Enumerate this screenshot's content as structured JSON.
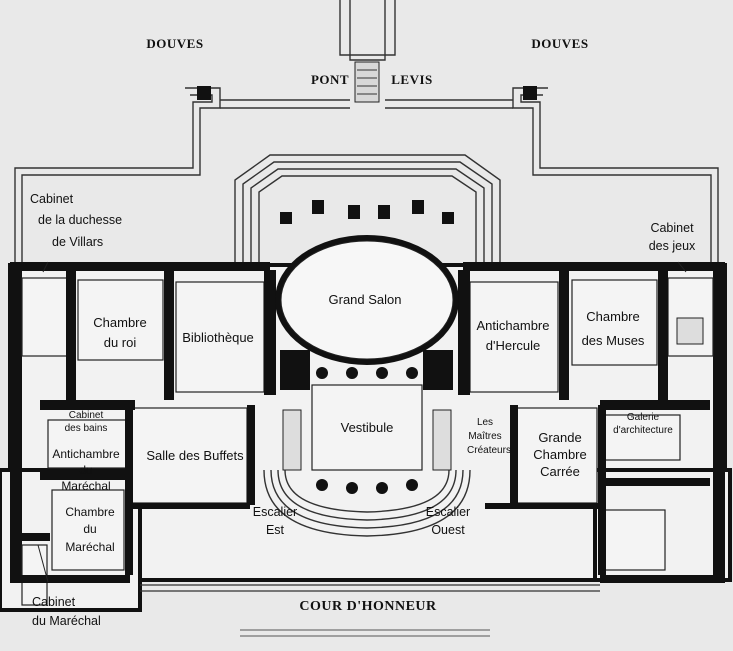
{
  "outside": {
    "moat_left": "DOUVES",
    "moat_right": "DOUVES",
    "bridge_left": "PONT",
    "bridge_right": "LEVIS",
    "courtyard": "COUR D'HONNEUR"
  },
  "rooms": {
    "cabinet_duchesse": [
      "Cabinet",
      "de la duchesse",
      "de Villars"
    ],
    "cabinet_jeux": [
      "Cabinet",
      "des jeux"
    ],
    "grand_salon": [
      "Grand Salon"
    ],
    "chambre_roi": [
      "Chambre",
      "du roi"
    ],
    "bibliotheque": [
      "Bibliothèque"
    ],
    "antichambre_hercule": [
      "Antichambre",
      "d'Hercule"
    ],
    "chambre_muses": [
      "Chambre",
      "des Muses"
    ],
    "cabinet_bains": [
      "Cabinet",
      "des bains"
    ],
    "vestibule": [
      "Vestibule"
    ],
    "maitres_createurs": [
      "Les",
      "Maîtres",
      "Créateurs"
    ],
    "grande_chambre": [
      "Grande",
      "Chambre",
      "Carrée"
    ],
    "galerie_architecture": [
      "Galerie",
      "d'architecture"
    ],
    "antichambre_marechal": [
      "Antichambre",
      "du",
      "Maréchal"
    ],
    "salle_buffets": [
      "Salle des Buffets"
    ],
    "chambre_marechal": [
      "Chambre",
      "du",
      "Maréchal"
    ],
    "escalier_est": [
      "Escalier",
      "Est"
    ],
    "escalier_ouest": [
      "Escalier",
      "Ouest"
    ],
    "cabinet_marechal": [
      "Cabinet",
      "du Maréchal"
    ]
  }
}
